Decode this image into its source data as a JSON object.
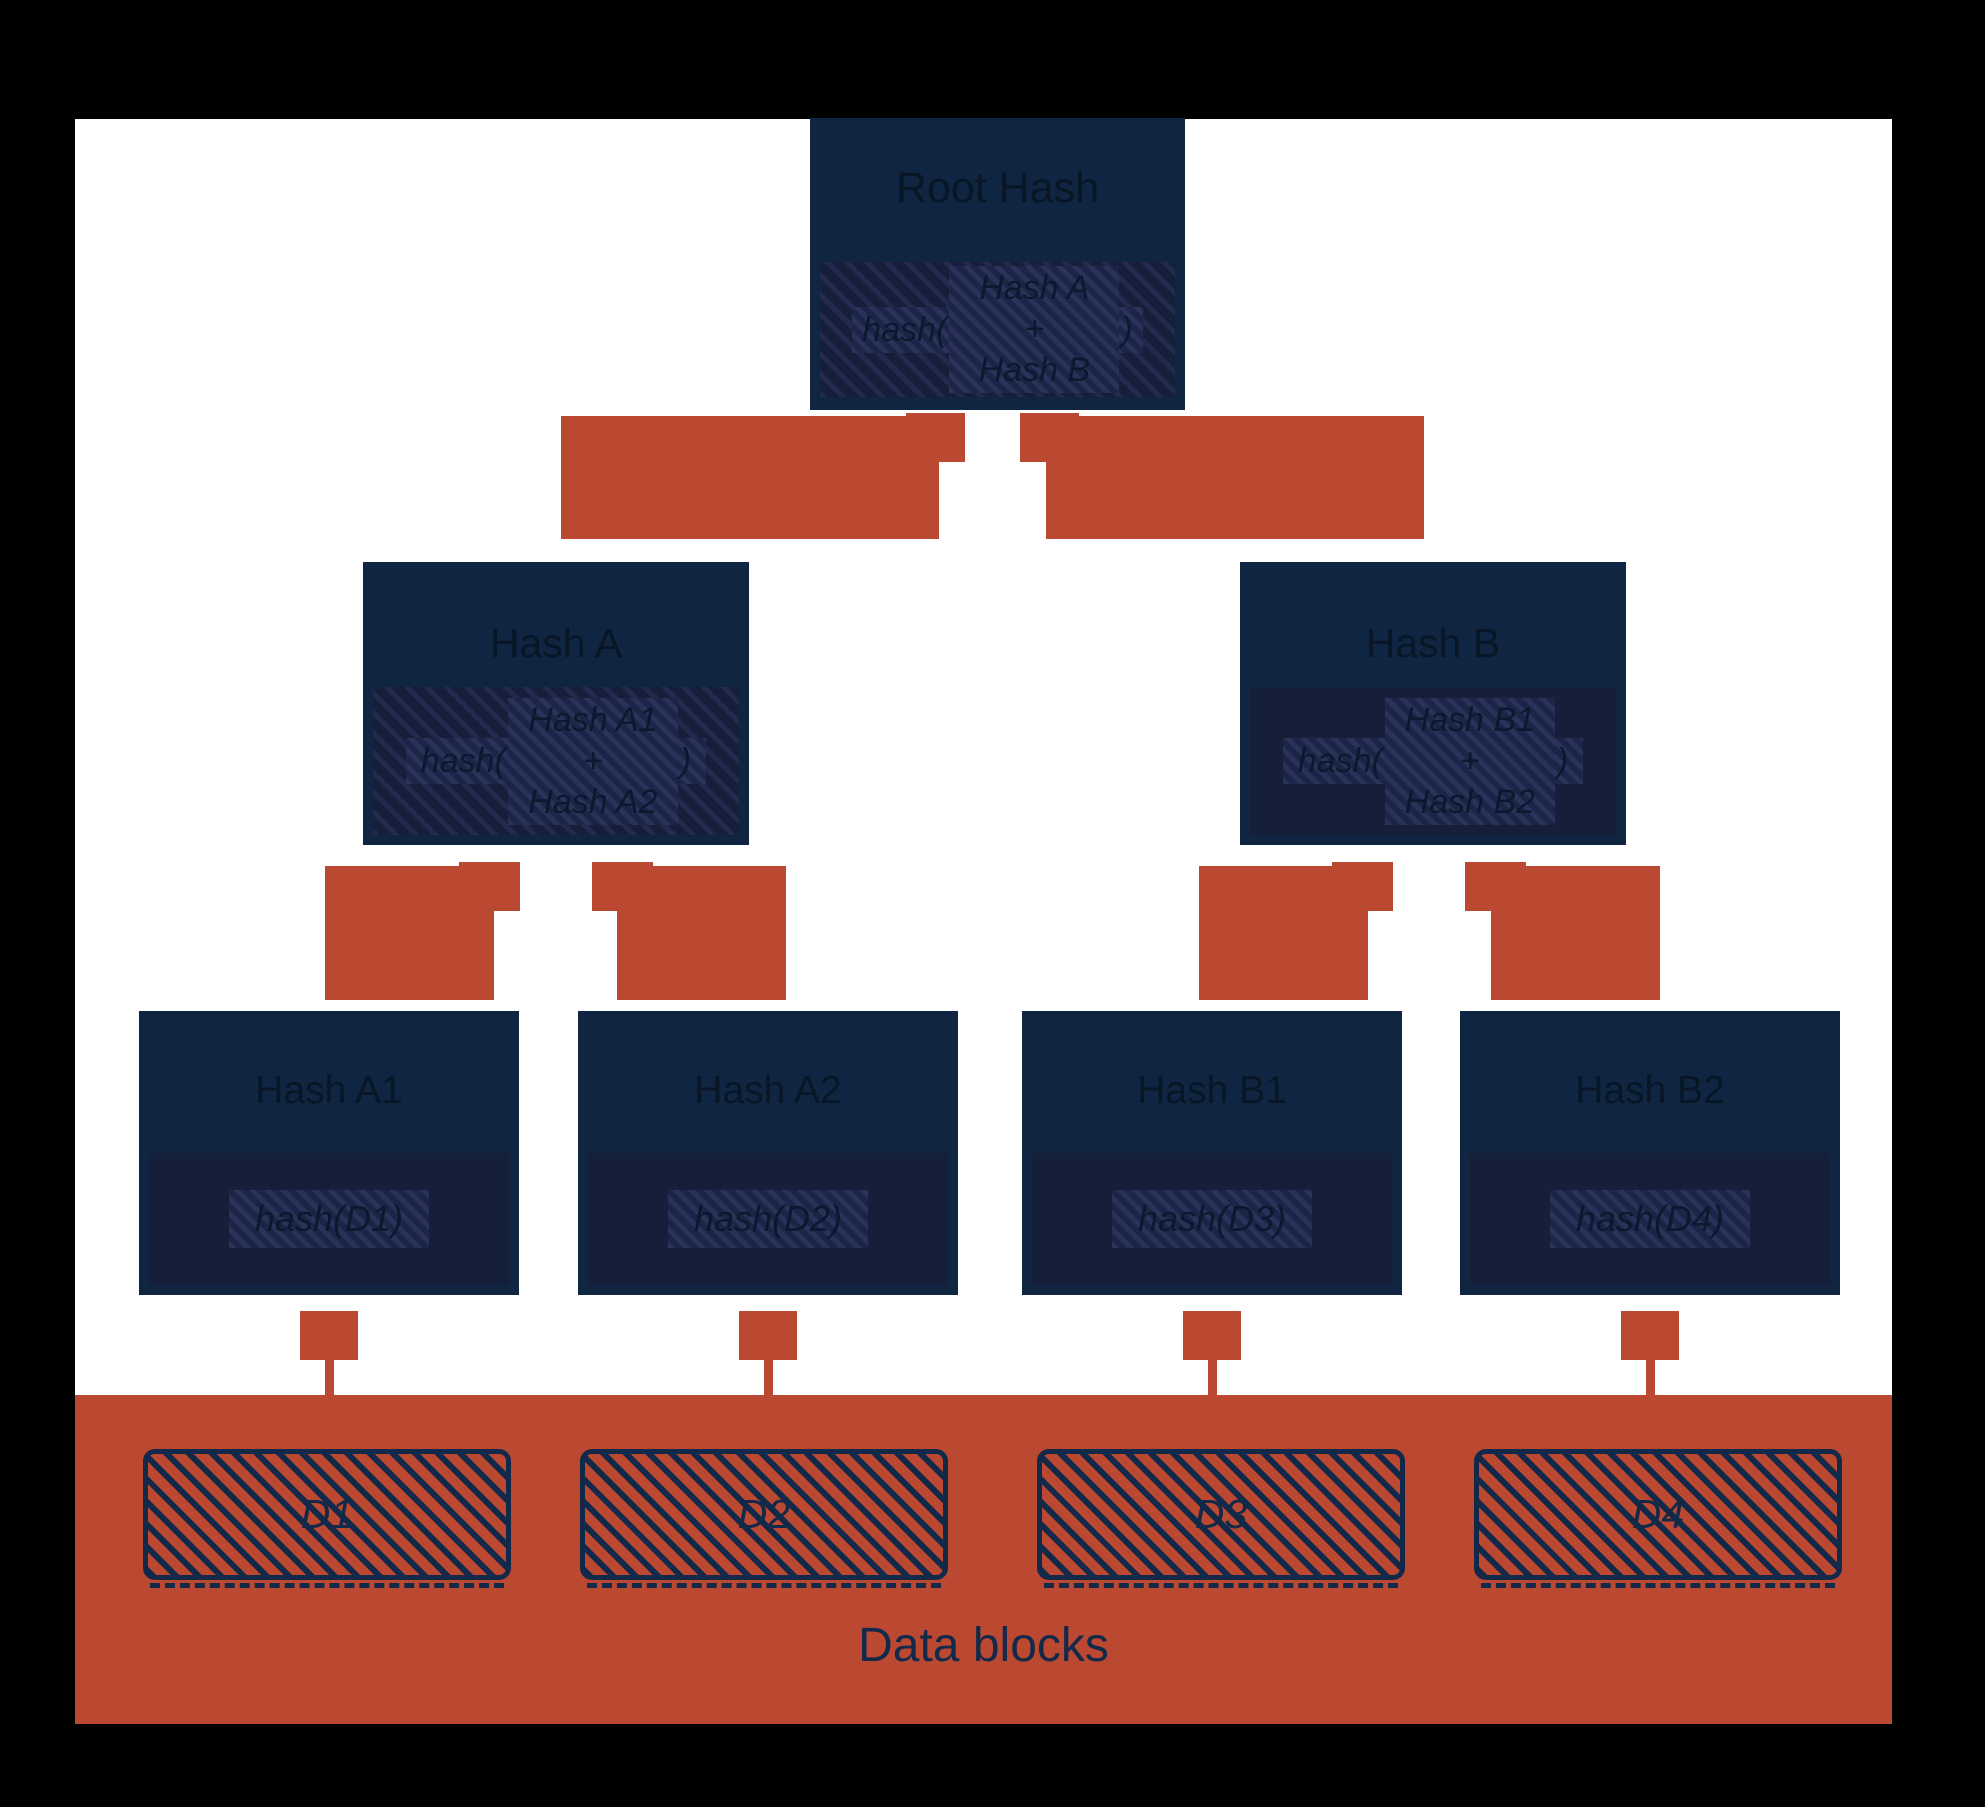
{
  "root": {
    "title": "Root Hash",
    "prefix": "hash(",
    "operand_top": "Hash A",
    "plus": "+",
    "operand_bottom": "Hash B",
    "suffix": ")"
  },
  "hash_a": {
    "title": "Hash A",
    "prefix": "hash(",
    "operand_top": "Hash A1",
    "plus": "+",
    "operand_bottom": "Hash A2",
    "suffix": ")"
  },
  "hash_b": {
    "title": "Hash B",
    "prefix": "hash(",
    "operand_top": "Hash B1",
    "plus": "+",
    "operand_bottom": "Hash B2",
    "suffix": ")"
  },
  "leaves": [
    {
      "title": "Hash A1",
      "formula": "hash(D1)"
    },
    {
      "title": "Hash A2",
      "formula": "hash(D2)"
    },
    {
      "title": "Hash B1",
      "formula": "hash(D3)"
    },
    {
      "title": "Hash B2",
      "formula": "hash(D4)"
    }
  ],
  "data_section": {
    "label": "Data blocks",
    "blocks": [
      "D1",
      "D2",
      "D3",
      "D4"
    ]
  },
  "colors": {
    "page_background": "#000000",
    "panel": "#ffffff",
    "node_fill": "#0f2541",
    "band_fill": "#151f3a",
    "hatch_stripe": "#2b3259",
    "accent_red": "#bb4932",
    "ink_navy": "#0b182e"
  }
}
